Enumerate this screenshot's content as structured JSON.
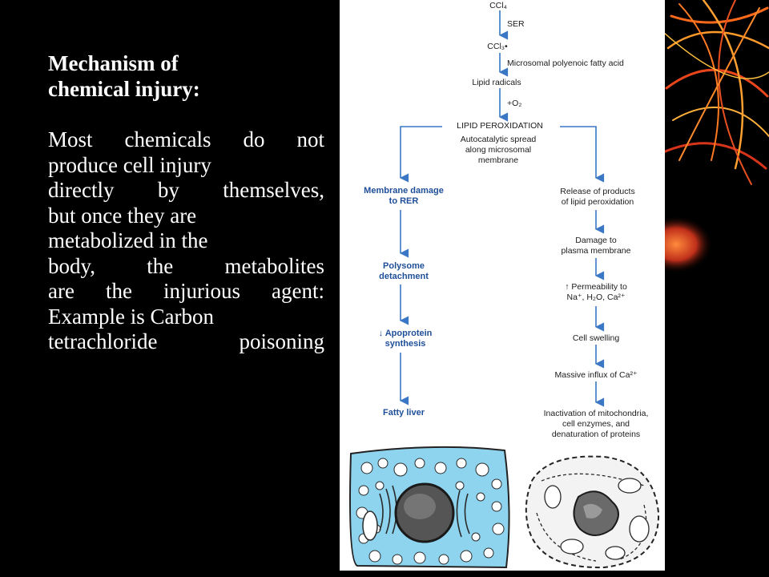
{
  "slide": {
    "title_lines": [
      "Mechanism of",
      "chemical injury:"
    ],
    "body_lines": [
      "Most chemicals do not",
      "produce cell injury",
      "directly by themselves,",
      "but once they are",
      "metabolized in the",
      "body, the metabolites",
      "are the injurious agent:",
      "Example is Carbon",
      "tetrachloride poisoning"
    ]
  },
  "flow": {
    "ccl4": "CCl₄",
    "ser": "SER",
    "ccl3": "CCl₃•",
    "fatty_acid": "Microsomal polyenoic fatty acid",
    "lipid_radicals": "Lipid radicals",
    "oxygen": "+O₂",
    "lipid_peroxidation": "LIPID PEROXIDATION",
    "autocatalytic": [
      "Autocatalytic spread",
      "along microsomal",
      "membrane"
    ],
    "left": {
      "membrane_damage": [
        "Membrane damage",
        "to RER"
      ],
      "polysome": [
        "Polysome",
        "detachment"
      ],
      "apoprotein": [
        "↓ Apoprotein",
        "synthesis"
      ],
      "fatty_liver": "Fatty liver"
    },
    "right": {
      "release": [
        "Release of products",
        "of lipid peroxidation"
      ],
      "damage_plasma": [
        "Damage to",
        "plasma membrane"
      ],
      "permeability": [
        "↑ Permeability to",
        "Na⁺, H₂O, Ca²⁺"
      ],
      "cell_swelling": "Cell swelling",
      "massive_influx": "Massive influx of Ca²⁺",
      "inactivation": [
        "Inactivation of mitochondria,",
        "cell enzymes, and",
        "denaturation of proteins"
      ]
    }
  },
  "colors": {
    "background": "#000000",
    "text": "#ffffff",
    "arrow": "#3a77c4",
    "cell_fill": "#8fd4ee",
    "nucleus": "#555555"
  }
}
